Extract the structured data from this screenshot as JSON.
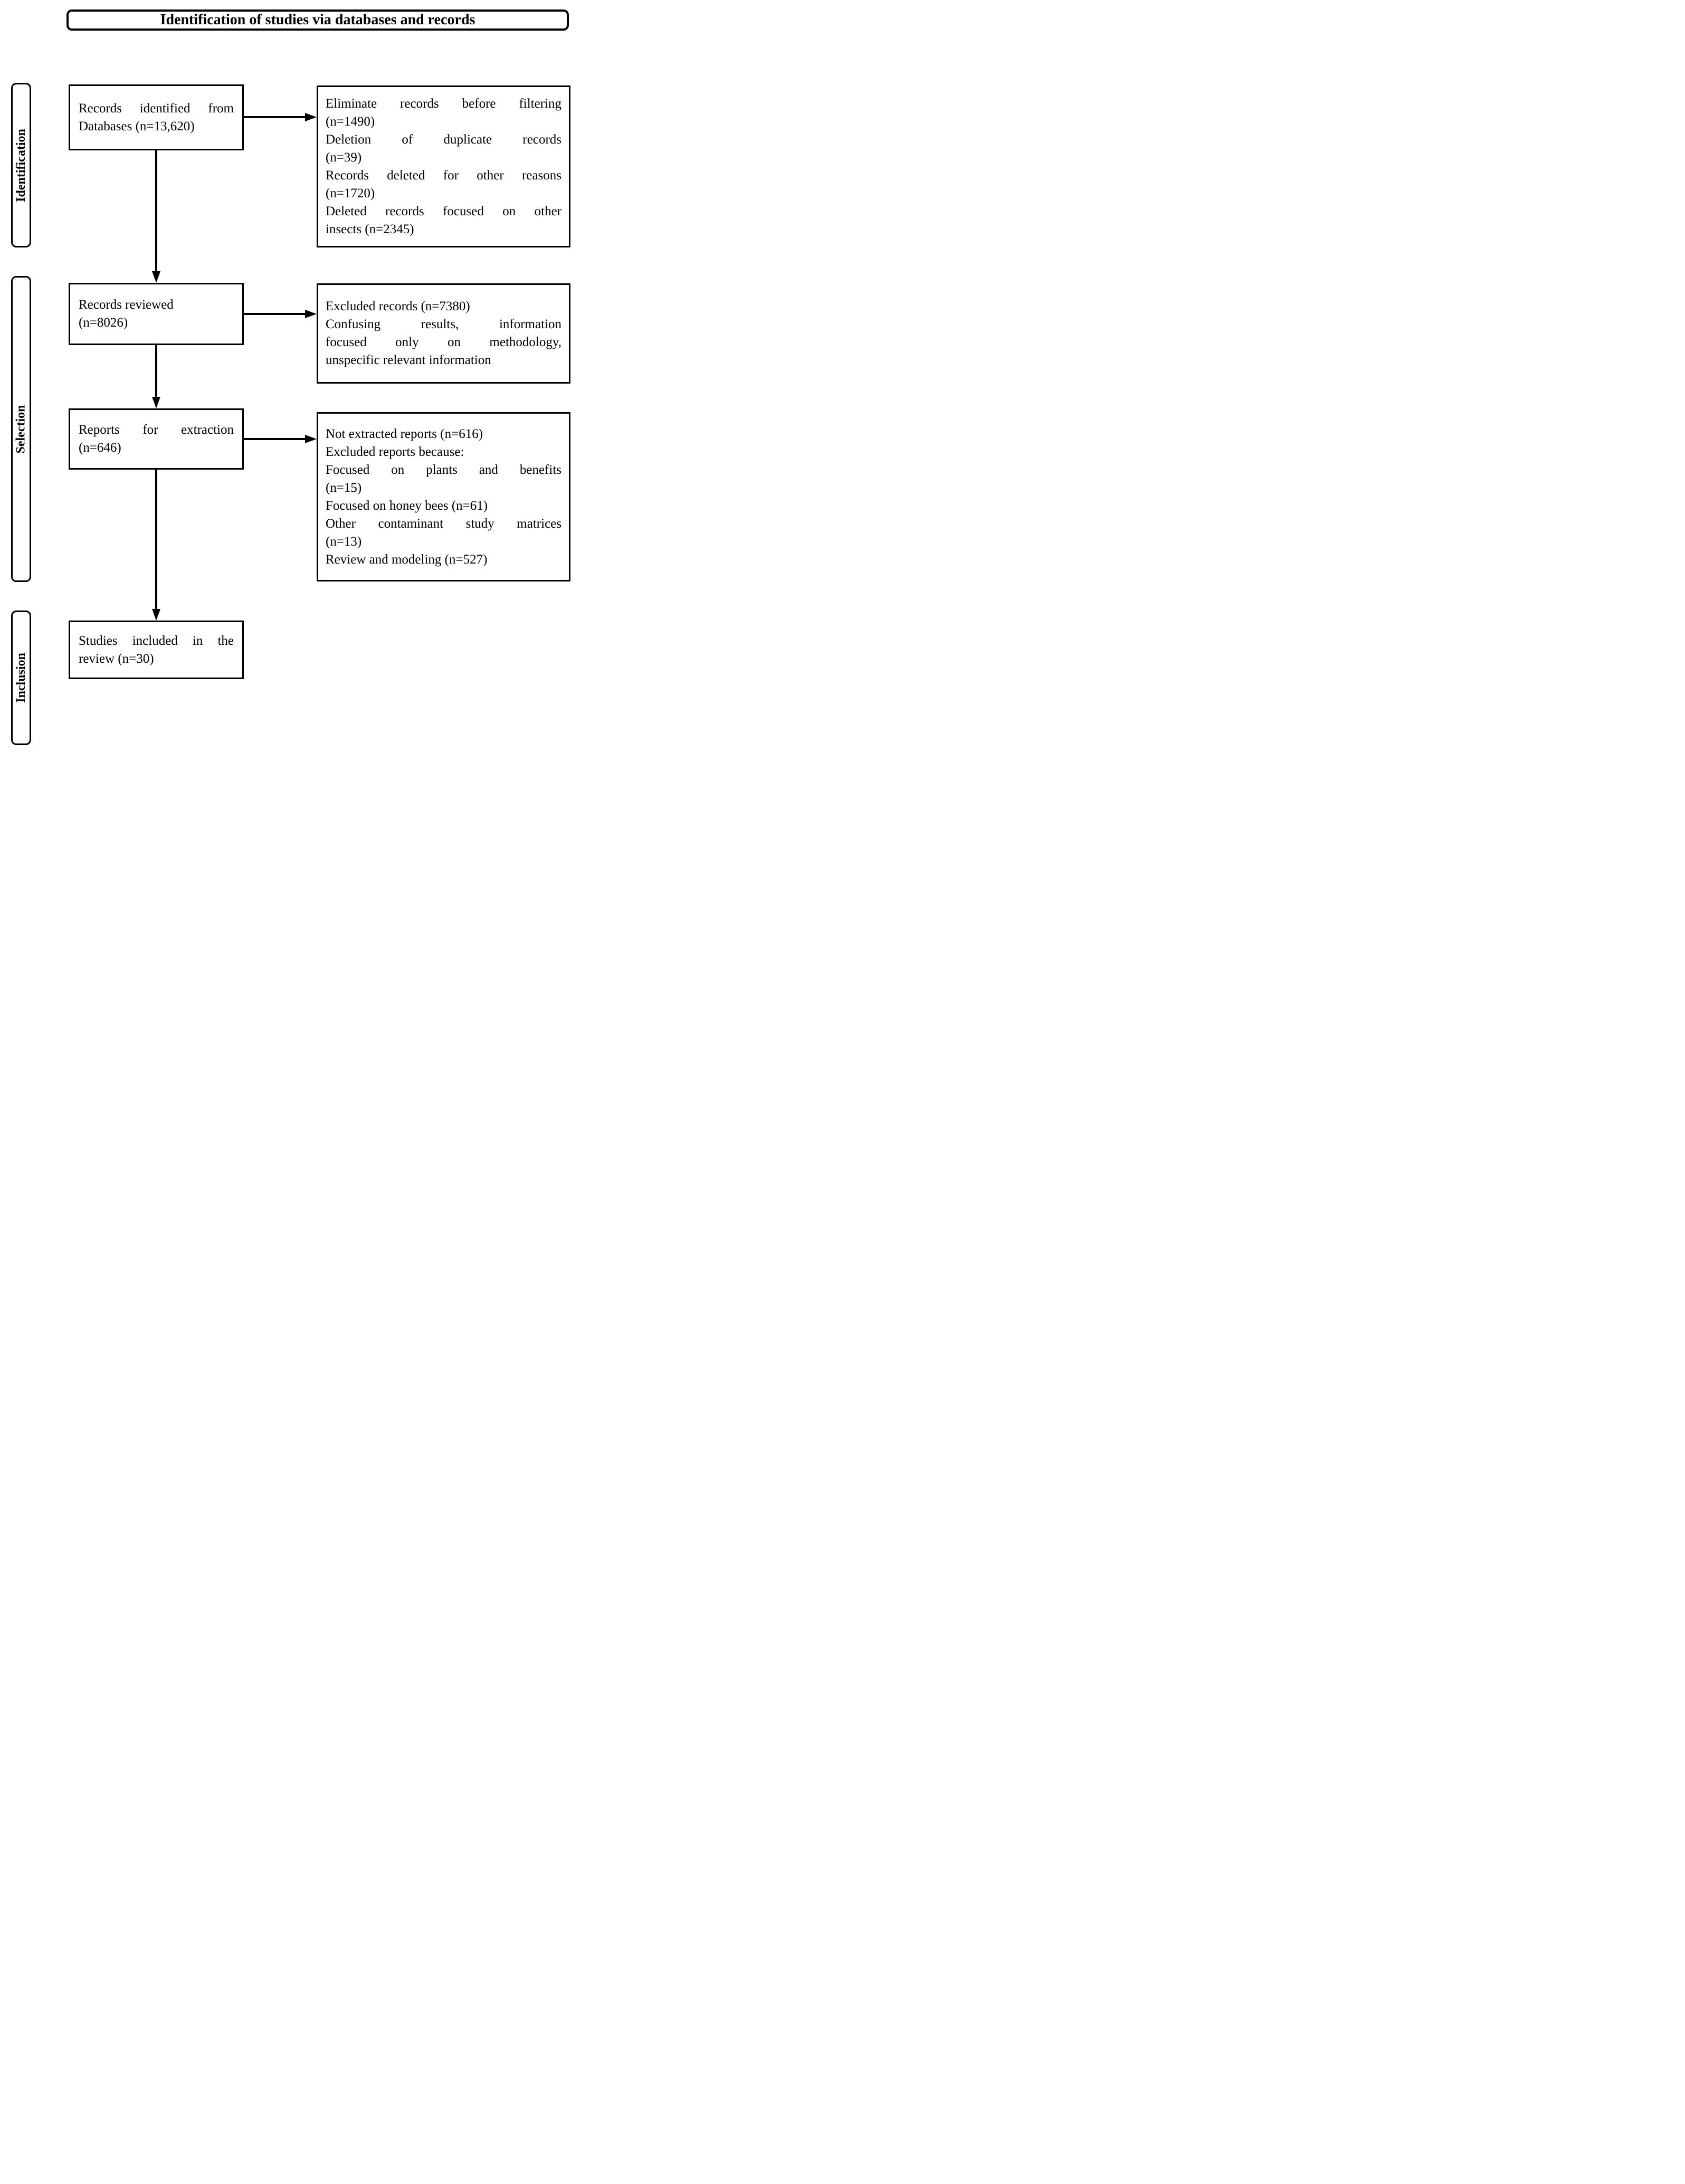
{
  "title": "Identification of studies via databases and records",
  "stages": {
    "identification": "Identification",
    "selection": "Selection",
    "inclusion": "Inclusion"
  },
  "boxes": {
    "records_identified": {
      "lines": [
        {
          "text": "Records identified from",
          "stretch": true
        },
        {
          "text": "Databases (n=13,620)",
          "stretch": false
        }
      ]
    },
    "eliminated": {
      "lines": [
        {
          "text": "Eliminate records before filtering",
          "stretch": true
        },
        {
          "text": "(n=1490)",
          "stretch": false
        },
        {
          "text": "Deletion of duplicate records",
          "stretch": true
        },
        {
          "text": "(n=39)",
          "stretch": false
        },
        {
          "text": "Records deleted for other reasons",
          "stretch": true
        },
        {
          "text": "(n=1720)",
          "stretch": false
        },
        {
          "text": "Deleted records focused on other",
          "stretch": true
        },
        {
          "text": "insects (n=2345)",
          "stretch": false
        }
      ]
    },
    "records_reviewed": {
      "lines": [
        {
          "text": "Records reviewed",
          "stretch": false
        },
        {
          "text": "(n=8026)",
          "stretch": false
        }
      ]
    },
    "excluded_records": {
      "lines": [
        {
          "text": "Excluded records (n=7380)",
          "stretch": false
        },
        {
          "text": "Confusing results, information",
          "stretch": true
        },
        {
          "text": "focused only on methodology,",
          "stretch": true
        },
        {
          "text": "unspecific relevant information",
          "stretch": false
        }
      ]
    },
    "reports_extraction": {
      "lines": [
        {
          "text": "Reports for extraction",
          "stretch": true
        },
        {
          "text": "(n=646)",
          "stretch": false
        }
      ]
    },
    "not_extracted": {
      "lines": [
        {
          "text": "Not extracted reports (n=616)",
          "stretch": false
        },
        {
          "text": "Excluded reports because:",
          "stretch": false
        },
        {
          "text": "Focused on plants and benefits",
          "stretch": true
        },
        {
          "text": "(n=15)",
          "stretch": false
        },
        {
          "text": "Focused on honey bees (n=61)",
          "stretch": false
        },
        {
          "text": "Other contaminant study matrices",
          "stretch": true
        },
        {
          "text": "(n=13)",
          "stretch": false
        },
        {
          "text": "Review and modeling (n=527)",
          "stretch": false
        }
      ]
    },
    "studies_included": {
      "lines": [
        {
          "text": "Studies included in the",
          "stretch": true
        },
        {
          "text": "review (n=30)",
          "stretch": false
        }
      ]
    }
  },
  "colors": {
    "ink": "#000000",
    "background": "#ffffff"
  }
}
